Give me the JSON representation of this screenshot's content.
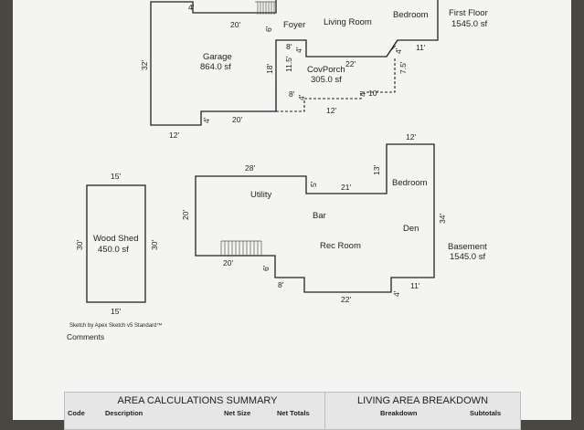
{
  "plan": {
    "first_floor": {
      "title": "First Floor",
      "area": "1545.0 sf",
      "rooms": {
        "foyer": "Foyer",
        "living_room": "Living Room",
        "bedroom": "Bedroom"
      },
      "dims": {
        "d20": "20'",
        "d6": "6'",
        "d8": "8'",
        "d4a": "4'",
        "d11": "11'",
        "d4b": "4'",
        "d4top": "4'"
      }
    },
    "garage": {
      "title": "Garage",
      "area": "864.0 sf",
      "dims": {
        "d32": "32'",
        "d18": "18'",
        "d4": "4'",
        "d20": "20'",
        "d12": "12'"
      }
    },
    "covporch": {
      "title": "CovPorch",
      "area": "305.0 sf",
      "dims": {
        "d11_5": "11.5'",
        "d22": "22'",
        "d7_5": "7.5'",
        "d8": "8'",
        "d4a": "4'",
        "d4b": "4'",
        "d10": "10'",
        "d12": "12'"
      }
    },
    "basement": {
      "title": "Basement",
      "area": "1545.0 sf",
      "rooms": {
        "utility": "Utility",
        "bar": "Bar",
        "bedroom": "Bedroom",
        "den": "Den",
        "rec_room": "Rec Room"
      },
      "dims": {
        "d28": "28'",
        "d5": "5'",
        "d21": "21'",
        "d13": "13'",
        "d12": "12'",
        "d20left": "20'",
        "d34": "34'",
        "d20": "20'",
        "d6": "6'",
        "d8": "8'",
        "d22": "22'",
        "d4": "4'",
        "d11": "11'"
      }
    },
    "wood_shed": {
      "title": "Wood Shed",
      "area": "450.0 sf",
      "dims": {
        "top": "15'",
        "bottom": "15'",
        "left": "30'",
        "right": "30'"
      }
    }
  },
  "credit": "Sketch by Apex Sketch v5 Standard™",
  "comments_label": "Comments",
  "area_summary": {
    "title": "AREA CALCULATIONS SUMMARY",
    "columns": [
      "Code",
      "Description",
      "Net Size",
      "Net Totals"
    ]
  },
  "living_breakdown": {
    "title": "LIVING AREA BREAKDOWN",
    "columns": [
      "Breakdown",
      "Subtotals"
    ]
  }
}
